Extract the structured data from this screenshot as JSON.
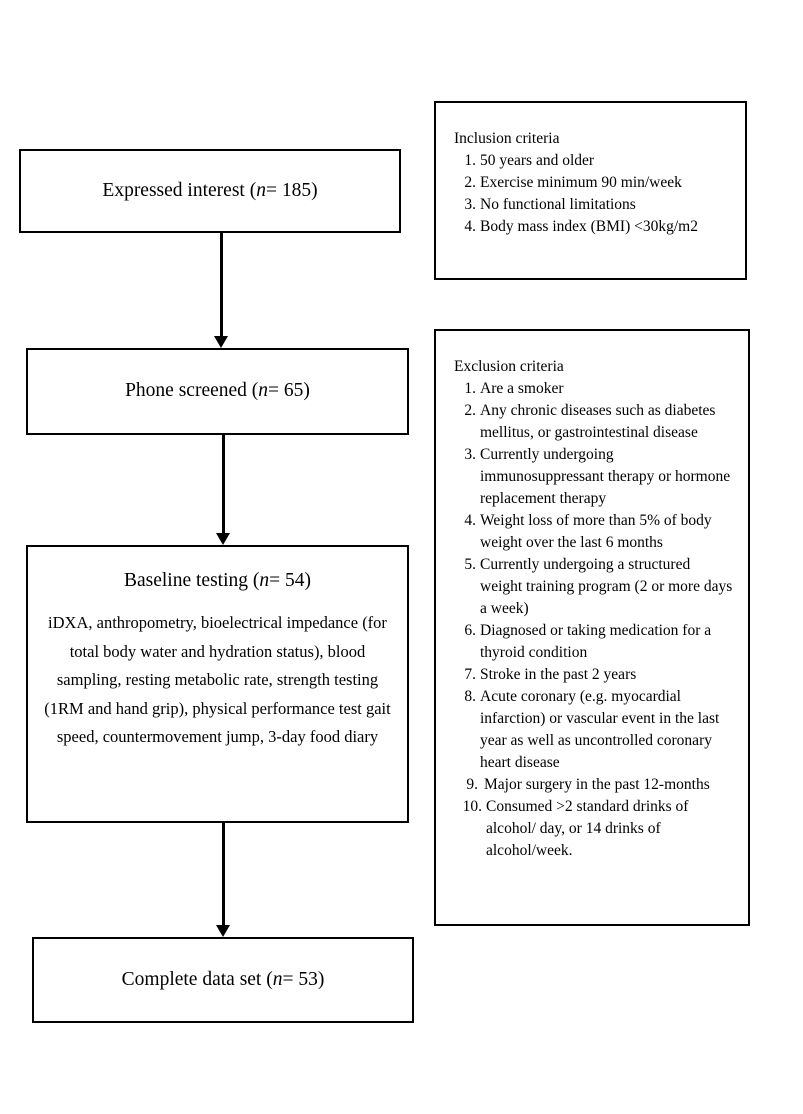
{
  "flow": {
    "boxes": [
      {
        "key": "expressed_interest",
        "label_pre": "Expressed interest (",
        "label_ital": "n",
        "label_post": "= 185)"
      },
      {
        "key": "phone_screened",
        "label_pre": "Phone screened (",
        "label_ital": "n",
        "label_post": "= 65)"
      },
      {
        "key": "baseline_testing",
        "label_pre": "Baseline testing (",
        "label_ital": "n",
        "label_post": "= 54)",
        "detail": "iDXA, anthropometry, bioelectrical impedance  (for total body water and hydration status), blood sampling, resting metabolic rate, strength testing (1RM and hand grip), physical performance test gait speed,  countermovement jump, 3-day food diary"
      },
      {
        "key": "complete_data_set",
        "label_pre": "Complete data set (",
        "label_ital": "n",
        "label_post": "= 53)"
      }
    ]
  },
  "inclusion": {
    "heading": "Inclusion criteria",
    "items": [
      {
        "num": "1.",
        "text": "50 years and older"
      },
      {
        "num": "2.",
        "text": "Exercise minimum 90 min/week"
      },
      {
        "num": "3.",
        "text": "No functional limitations"
      },
      {
        "num": "4.",
        "text": "Body mass index (BMI) <30kg/m2"
      }
    ]
  },
  "exclusion": {
    "heading": "Exclusion criteria",
    "items": [
      {
        "num": "1.",
        "text": "Are a smoker"
      },
      {
        "num": "2.",
        "text": "Any chronic diseases such as diabetes mellitus, or gastrointestinal disease"
      },
      {
        "num": "3.",
        "text": "Currently undergoing immunosuppressant therapy or hormone replacement therapy"
      },
      {
        "num": "4.",
        "text": "Weight loss of more than 5% of body weight over the last 6 months"
      },
      {
        "num": "5.",
        "text": "Currently undergoing a structured weight training program (2 or more days a week)"
      },
      {
        "num": "6.",
        "text": "Diagnosed or taking medication for a thyroid condition"
      },
      {
        "num": "7.",
        "text": "Stroke in the past 2 years"
      },
      {
        "num": "8.",
        "text": "Acute coronary (e.g. myocardial infarction) or vascular event in the last year as well as uncontrolled coronary heart disease"
      },
      {
        "num": "9.",
        "text": " Major surgery in the past 12-months"
      },
      {
        "num": "10.",
        "text": "Consumed >2 standard drinks of alcohol/ day, or 14 drinks of alcohol/week."
      }
    ]
  },
  "arrows": [
    {
      "key": "interest-to-phone",
      "name": "down-arrow-icon"
    },
    {
      "key": "phone-to-baseline",
      "name": "down-arrow-icon"
    },
    {
      "key": "baseline-to-complete",
      "name": "down-arrow-icon"
    }
  ],
  "colors": {
    "stroke": "#000000",
    "background": "#ffffff"
  }
}
